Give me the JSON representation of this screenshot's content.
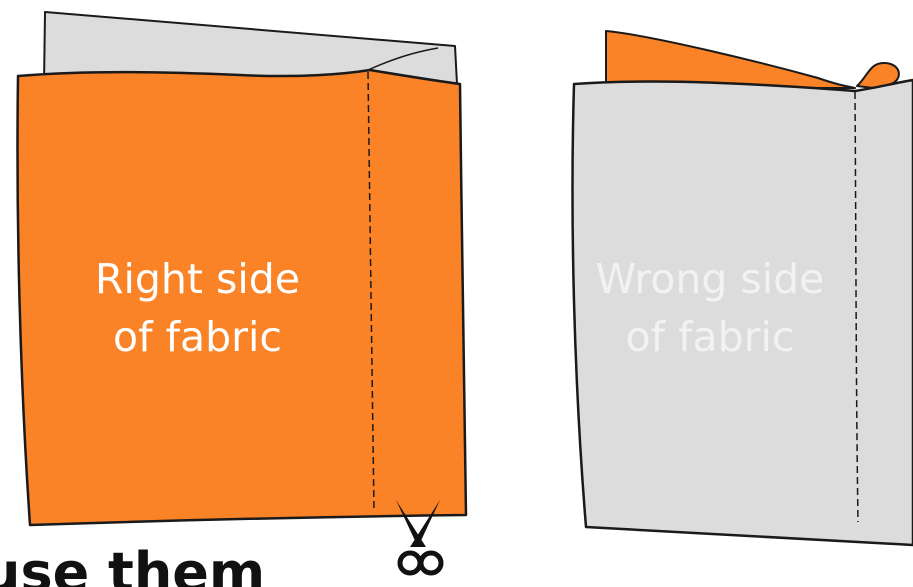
{
  "panels": {
    "right_side": {
      "line1": "Right side",
      "line2": "of fabric",
      "fabric_color": "#FA8227",
      "back_layer_color": "#DCDCDC"
    },
    "wrong_side": {
      "line1": "Wrong side",
      "line2": "of fabric",
      "fabric_color": "#DCDCDC",
      "back_layer_color": "#FA8227"
    }
  },
  "caption_fragment": "use them",
  "icons": [
    "scissors-icon"
  ],
  "colors": {
    "orange": "#FA8227",
    "gray": "#DCDCDC",
    "outline": "#1A1A1A"
  }
}
